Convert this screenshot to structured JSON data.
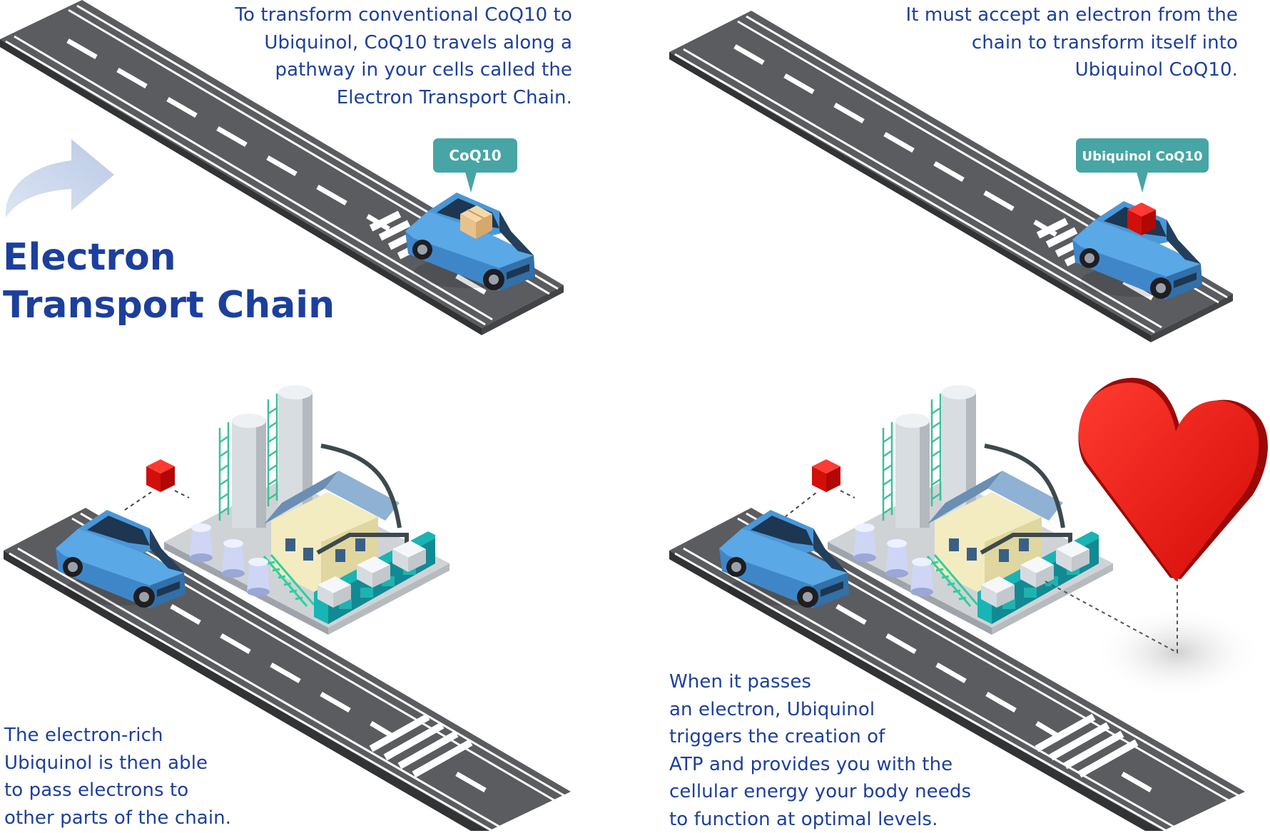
{
  "title": "Electron\nTransport Chain",
  "captions": {
    "top_left": "To transform conventional CoQ10 to\nUbiquinol, CoQ10 travels along a\npathway in your cells called the\nElectron Transport Chain.",
    "top_right": "It must accept an electron from the\nchain to transform itself into\nUbiquinol CoQ10.",
    "bottom_left": "The electron-rich\nUbiquinol is then able\nto pass electrons to\nother parts of the chain.",
    "bottom_right": "When it passes\nan electron, Ubiquinol\ntriggers the creation of\nATP and provides you with the\ncellular energy your body needs\nto function at optimal levels."
  },
  "bubbles": {
    "coq10": "CoQ10",
    "ubiquinol": "Ubiquinol CoQ10"
  },
  "colors": {
    "text_blue": "#1c3f9e",
    "road": "#595b5e",
    "road_edge": "#333538",
    "car_blue": "#4a97d8",
    "bubble_teal": "#47a5a5",
    "cargo_red": "#e01414",
    "heart_red": "#e3120e",
    "arrow_light": "#c5d3ea"
  },
  "icons": {
    "arrow": "curved-arrow-icon",
    "car": "car-icon",
    "package": "box-icon",
    "electron_cube": "red-cube-icon",
    "factory": "factory-icon",
    "heart": "heart-icon"
  }
}
